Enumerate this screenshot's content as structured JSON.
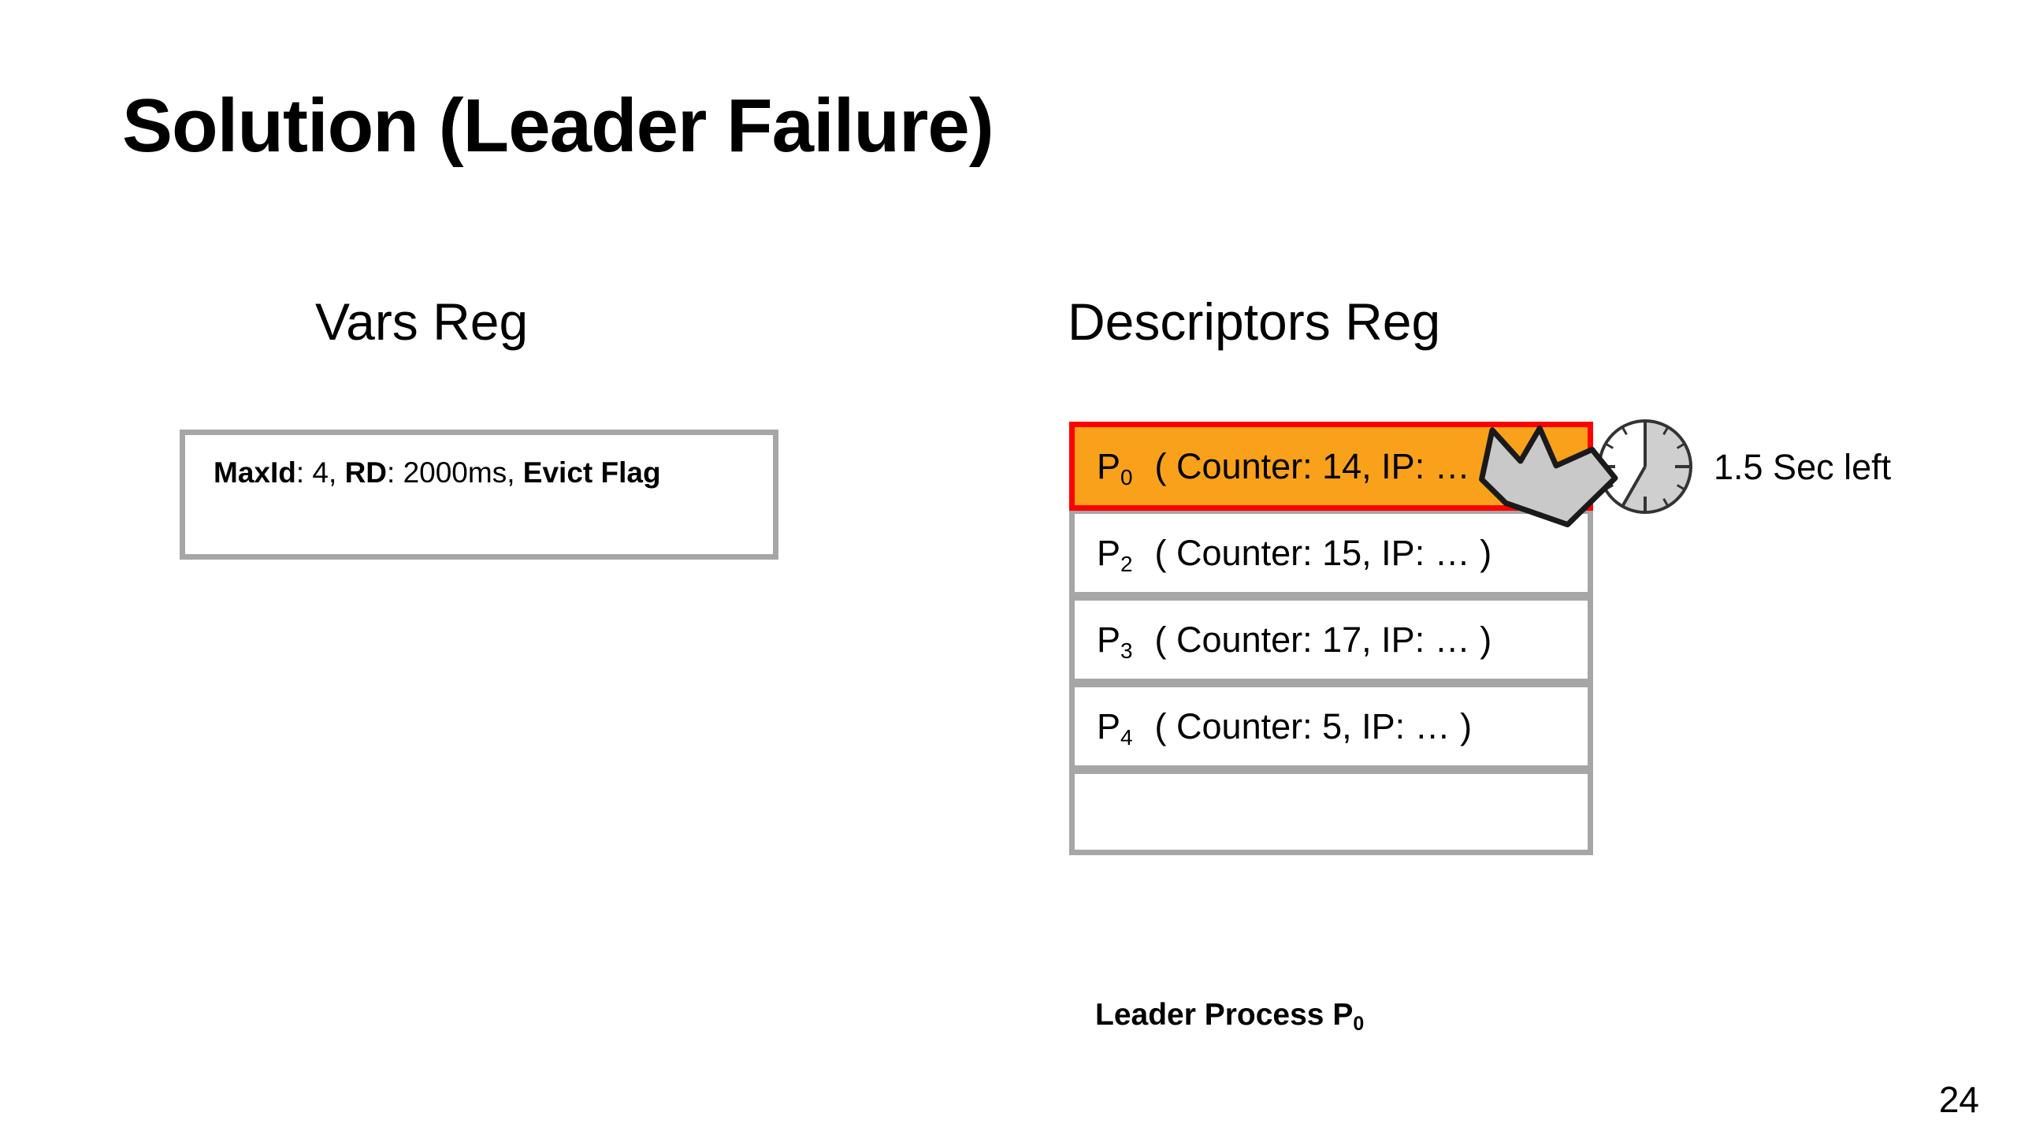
{
  "slide": {
    "title": "Solution (Leader Failure)",
    "page_number": "24"
  },
  "vars_reg": {
    "heading": "Vars Reg",
    "fields": {
      "maxid_label": "MaxId",
      "maxid_value": ": 4, ",
      "rd_label": "RD",
      "rd_value": ": 2000ms, ",
      "evict_label": "Evict Flag"
    },
    "full_text": "MaxId: 4, RD: 2000ms, Evict Flag"
  },
  "descriptors_reg": {
    "heading": "Descriptors Reg",
    "rows": [
      {
        "process": "P",
        "index": "0",
        "descriptor": "( Counter: 14, IP: …",
        "counter": 14,
        "highlighted": true,
        "has_crown": true
      },
      {
        "process": "P",
        "index": "2",
        "descriptor": "( Counter: 15, IP: … )",
        "counter": 15,
        "highlighted": false,
        "has_crown": false
      },
      {
        "process": "P",
        "index": "3",
        "descriptor": "( Counter: 17, IP: … )",
        "counter": 17,
        "highlighted": false,
        "has_crown": false
      },
      {
        "process": "P",
        "index": "4",
        "descriptor": "( Counter: 5, IP: … )",
        "counter": 5,
        "highlighted": false,
        "has_crown": false
      },
      {
        "process": "",
        "index": "",
        "descriptor": "",
        "counter": null,
        "highlighted": false,
        "has_crown": false
      }
    ],
    "caption": "Leader Process P",
    "caption_sub": "0"
  },
  "timer": {
    "label": "1.5 Sec left",
    "icon": "clock-icon",
    "seconds_left": 1.5,
    "elapsed_fraction": 0.583
  },
  "icons": {
    "crown": "crown-icon"
  },
  "colors": {
    "highlight_fill": "#f9a11b",
    "highlight_border": "#fe0000",
    "box_border": "#a6a6a6",
    "crown_fill": "#c9c9c9",
    "clock_sector": "#cfcfcf",
    "text": "#000000",
    "background": "#ffffff"
  }
}
